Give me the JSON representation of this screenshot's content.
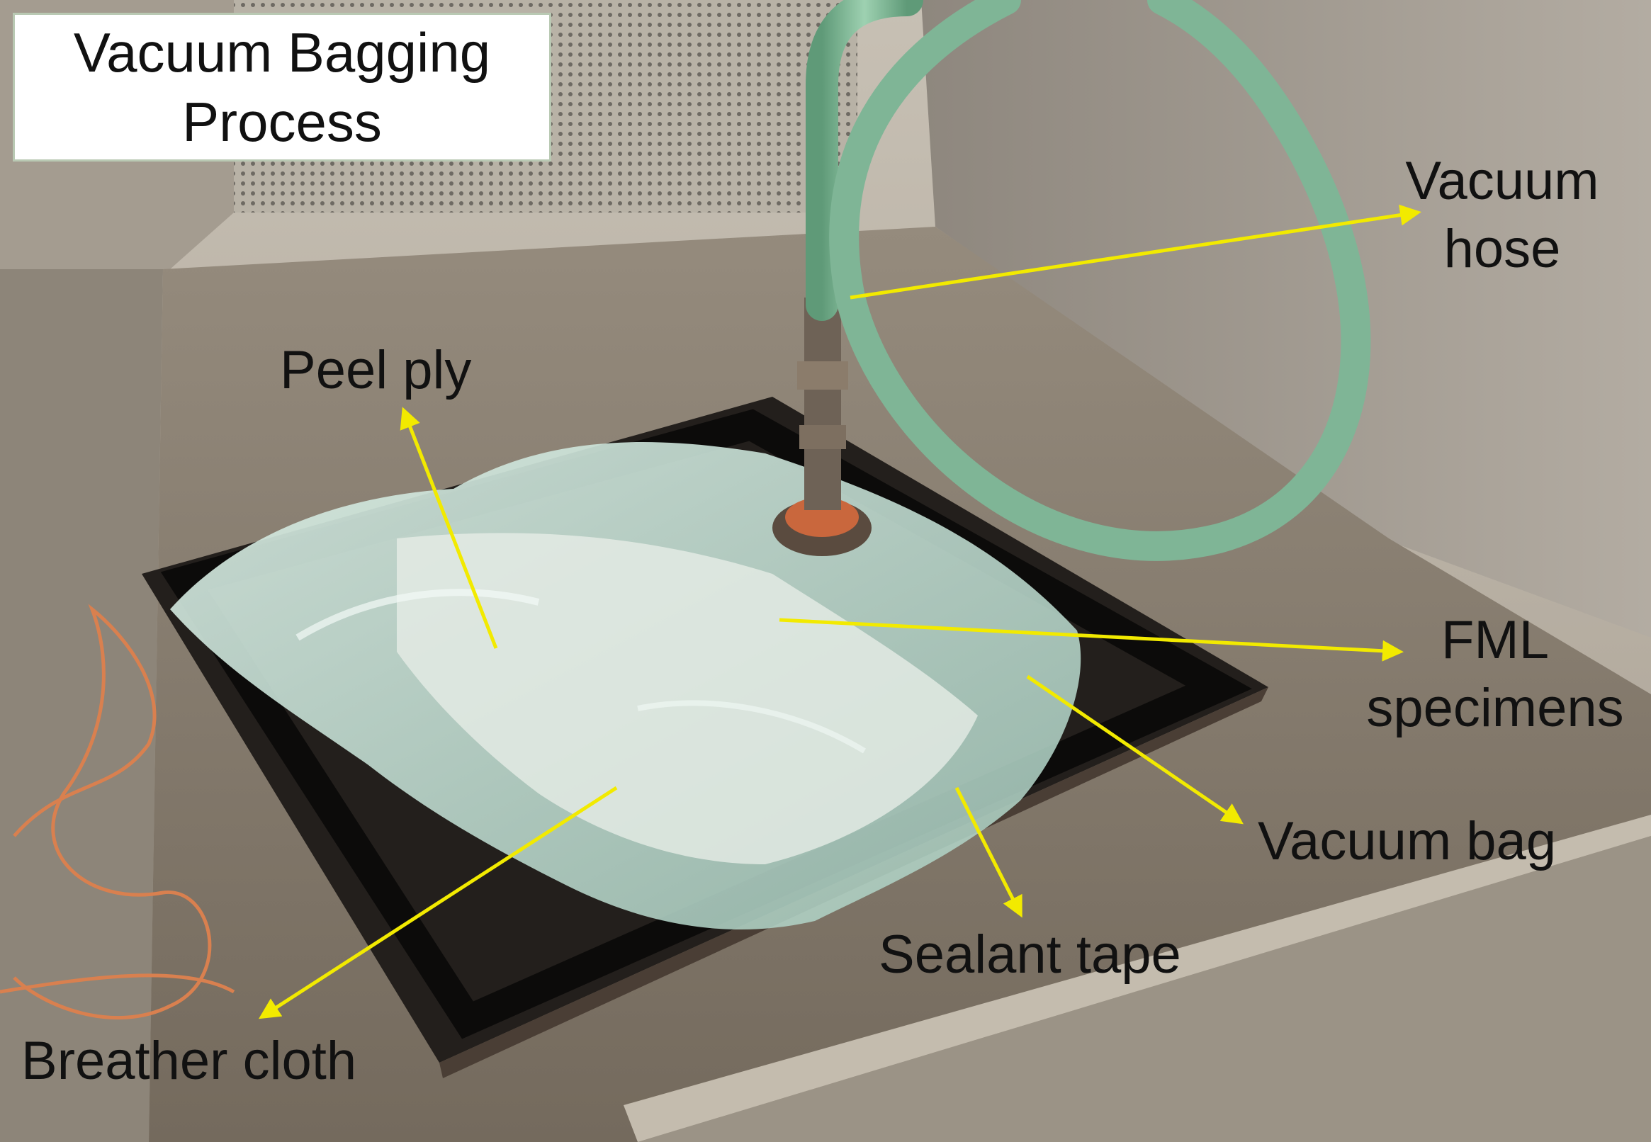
{
  "title": {
    "line1": "Vacuum Bagging",
    "line2": "Process"
  },
  "labels": {
    "peel_ply": "Peel ply",
    "vacuum_hose_line1": "Vacuum",
    "vacuum_hose_line2": "hose",
    "fml_line1": "FML",
    "fml_line2": "specimens",
    "vacuum_bag": "Vacuum bag",
    "sealant_tape": "Sealant tape",
    "breather_cloth": "Breather cloth"
  },
  "colors": {
    "leader_arrow": "#f2ea00",
    "vacuum_hose": "#7fb596",
    "metal_tray": "#8a8174",
    "base_plate": "#231f1c",
    "vacuum_bag": "#c4dcd2",
    "copper_wire": "#d9804f"
  }
}
